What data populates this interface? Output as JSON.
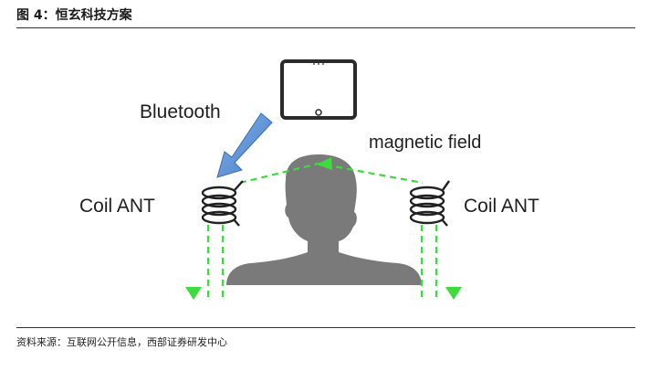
{
  "figure": {
    "title": "图 4：恒玄科技方案",
    "source": "资料来源：互联网公开信息，西部证券研发中心"
  },
  "diagram": {
    "labels": {
      "bluetooth": "Bluetooth",
      "magnetic_field": "magnetic field",
      "coil_left": "Coil ANT",
      "coil_right": "Coil ANT"
    },
    "icons": [
      "tablet-icon",
      "bluetooth-arrow-icon",
      "head-silhouette-icon",
      "coil-antenna-icon"
    ],
    "colors": {
      "field_green": "#3ddc3d",
      "arrow_blue": "#5b8fd6",
      "silhouette_gray": "#7a7a7a",
      "device_dark": "#2b2b2b"
    }
  }
}
